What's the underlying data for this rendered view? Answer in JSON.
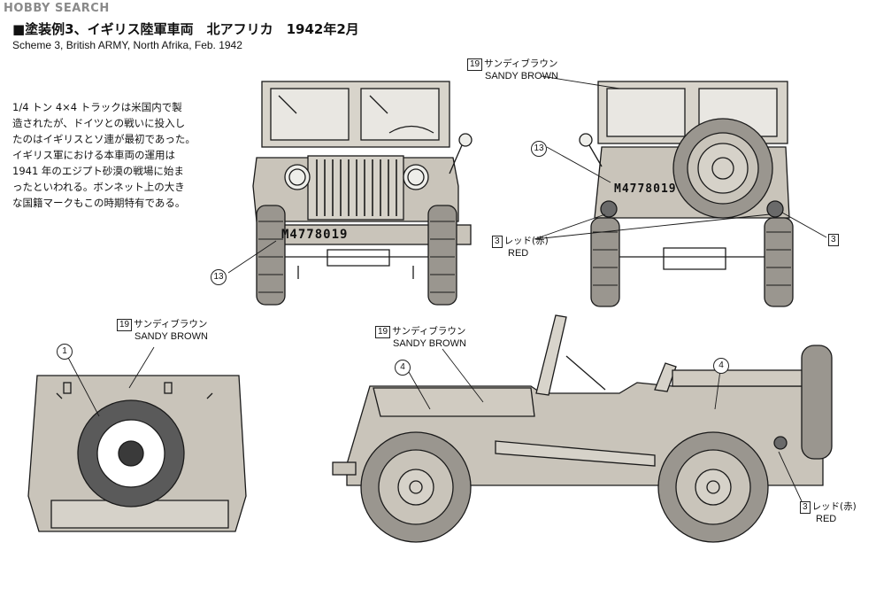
{
  "watermark": "HOBBY SEARCH",
  "title": {
    "ja": "■塗装例3、イギリス陸軍車両　北アフリカ　1942年2月",
    "en": "Scheme 3, British ARMY, North Afrika, Feb. 1942"
  },
  "description_lines": [
    "1/4 トン 4×4 トラックは米国内で製",
    "造されたが、ドイツとの戦いに投入し",
    "たのはイギリスとソ連が最初であった。",
    "イギリス軍における本車両の運用は",
    "1941 年のエジプト砂漠の戦場に始ま",
    "ったといわれる。ボンネット上の大き",
    "な国籍マークもこの時期特有である。"
  ],
  "registration": "M4778019",
  "callouts": {
    "front_13": "13",
    "rear_19": {
      "num": "19",
      "ja": "サンディブラウン",
      "en": "SANDY BROWN"
    },
    "rear_13": "13",
    "rear_3_left": {
      "num": "3",
      "ja": "レッド(赤)",
      "en": "RED"
    },
    "rear_3_right": "3",
    "hood_19": {
      "num": "19",
      "ja": "サンディブラウン",
      "en": "SANDY BROWN"
    },
    "hood_1": "1",
    "side_19": {
      "num": "19",
      "ja": "サンディブラウン",
      "en": "SANDY BROWN"
    },
    "side_4_left": "4",
    "side_4_right": "4",
    "side_3": {
      "num": "3",
      "ja": "レッド(赤)",
      "en": "RED"
    }
  },
  "colors": {
    "sandy_brown": "#c9c4ba",
    "roundel_red": "#5a5a5a",
    "roundel_blue": "#3a3a3a",
    "line": "#1a1a1a"
  }
}
